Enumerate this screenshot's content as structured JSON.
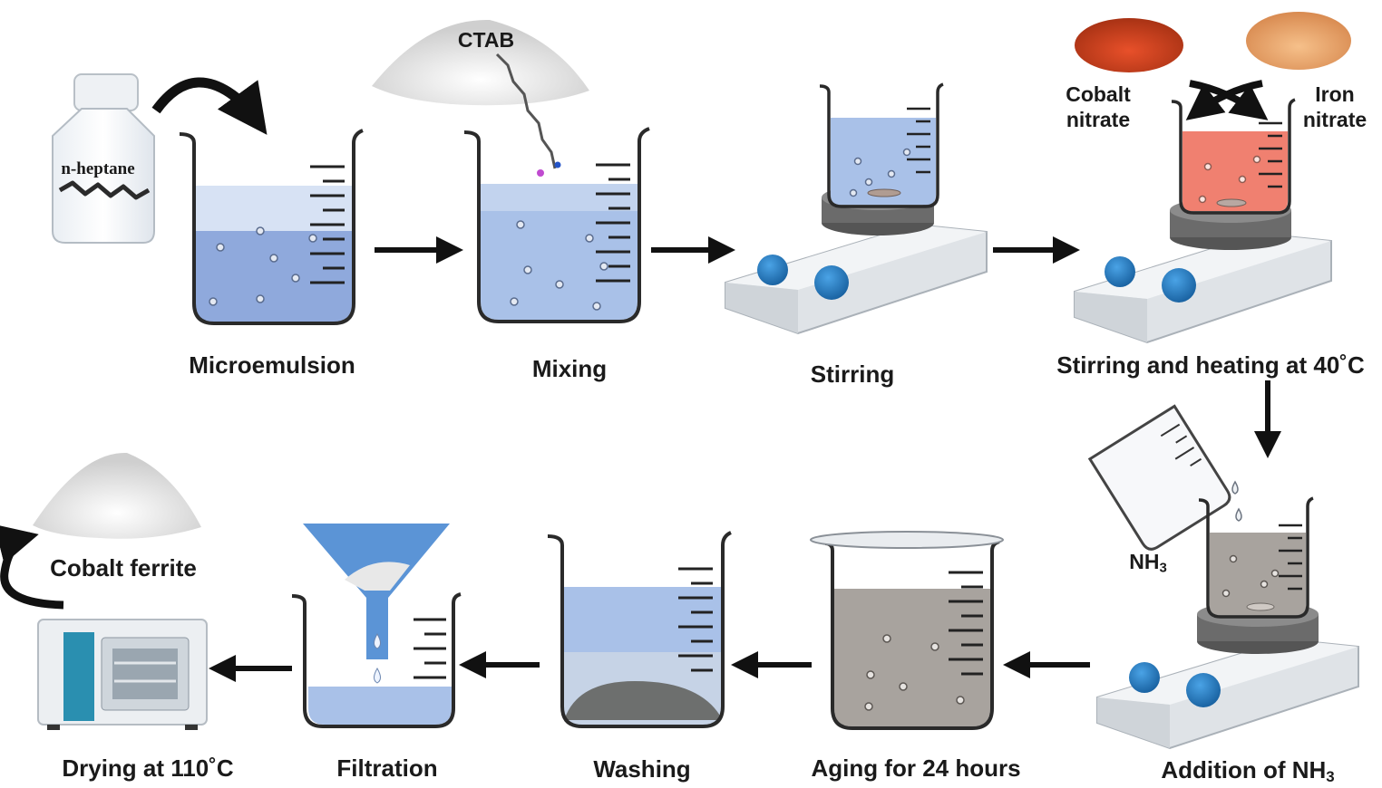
{
  "steps": {
    "microemulsion": "Microemulsion",
    "mixing": "Mixing",
    "stirring": "Stirring",
    "stirring_heating": "Stirring and heating at 40˚C",
    "addition": "Addition of NH",
    "addition_sub": "3",
    "aging": "Aging for 24 hours",
    "washing": "Washing",
    "filtration": "Filtration",
    "drying": "Drying at 110˚C"
  },
  "reagents": {
    "heptane": "n-heptane",
    "ctab": "CTAB",
    "cobalt_nitrate_1": "Cobalt",
    "cobalt_nitrate_2": "nitrate",
    "iron_nitrate_1": "Iron",
    "iron_nitrate_2": "nitrate",
    "ammonia": "NH",
    "ammonia_sub": "3",
    "product": "Cobalt ferrite"
  },
  "colors": {
    "water_blue": "#a9c1e8",
    "liquid_blue": "#8fa9dc",
    "cobalt_red": "#f08070",
    "grey_liquid": "#a8a39e",
    "funnel_blue": "#5b94d6",
    "knob_blue": "#1f72b8"
  }
}
